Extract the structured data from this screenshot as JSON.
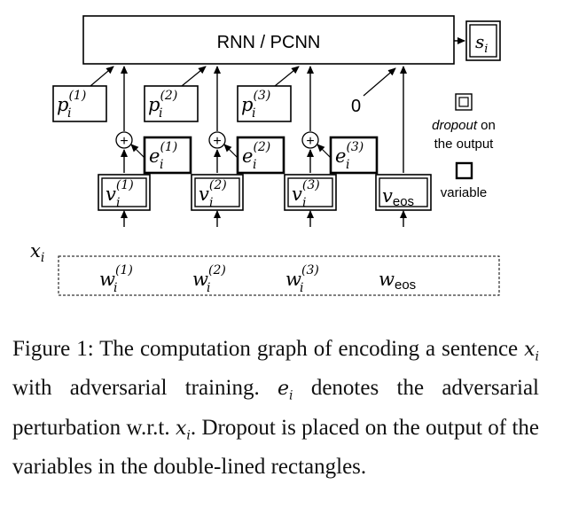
{
  "diagram": {
    "top_box_label": "RNN / PCNN",
    "output": {
      "base": "s",
      "sub": "i"
    },
    "zero": "0",
    "sentence_label": {
      "base": "x",
      "sub": "i"
    },
    "positions": [
      {
        "p": {
          "base": "p",
          "sub": "i",
          "sup": "(1)"
        },
        "e": {
          "base": "e",
          "sub": "i",
          "sup": "(1)"
        },
        "v": {
          "base": "v",
          "sub": "i",
          "sup": "(1)"
        },
        "w": {
          "base": "w",
          "sub": "i",
          "sup": "(1)"
        }
      },
      {
        "p": {
          "base": "p",
          "sub": "i",
          "sup": "(2)"
        },
        "e": {
          "base": "e",
          "sub": "i",
          "sup": "(2)"
        },
        "v": {
          "base": "v",
          "sub": "i",
          "sup": "(2)"
        },
        "w": {
          "base": "w",
          "sub": "i",
          "sup": "(2)"
        }
      },
      {
        "p": {
          "base": "p",
          "sub": "i",
          "sup": "(3)"
        },
        "e": {
          "base": "e",
          "sub": "i",
          "sup": "(3)"
        },
        "v": {
          "base": "v",
          "sub": "i",
          "sup": "(3)"
        },
        "w": {
          "base": "w",
          "sub": "i",
          "sup": "(3)"
        }
      }
    ],
    "eos": {
      "v": {
        "base": "v",
        "sub": "eos"
      },
      "w": {
        "base": "w",
        "sub": "eos"
      }
    },
    "plus_symbol": "+",
    "legend": {
      "dropout_line1_emph": "dropout",
      "dropout_line1_rest": " on",
      "dropout_line2": "the output",
      "variable": "variable"
    }
  },
  "caption": {
    "label": "Figure 1:",
    "t1": " The computation graph of encoding a sentence ",
    "m1": "x",
    "m1_sub": "i",
    "t2": " with adversarial training. ",
    "m2": "e",
    "m2_sub": "i",
    "t3": " denotes the adversarial perturbation w.r.t. ",
    "m3": "x",
    "m3_sub": "i",
    "t4": ". Dropout is placed on the output of the variables in the double-lined rectangles."
  }
}
